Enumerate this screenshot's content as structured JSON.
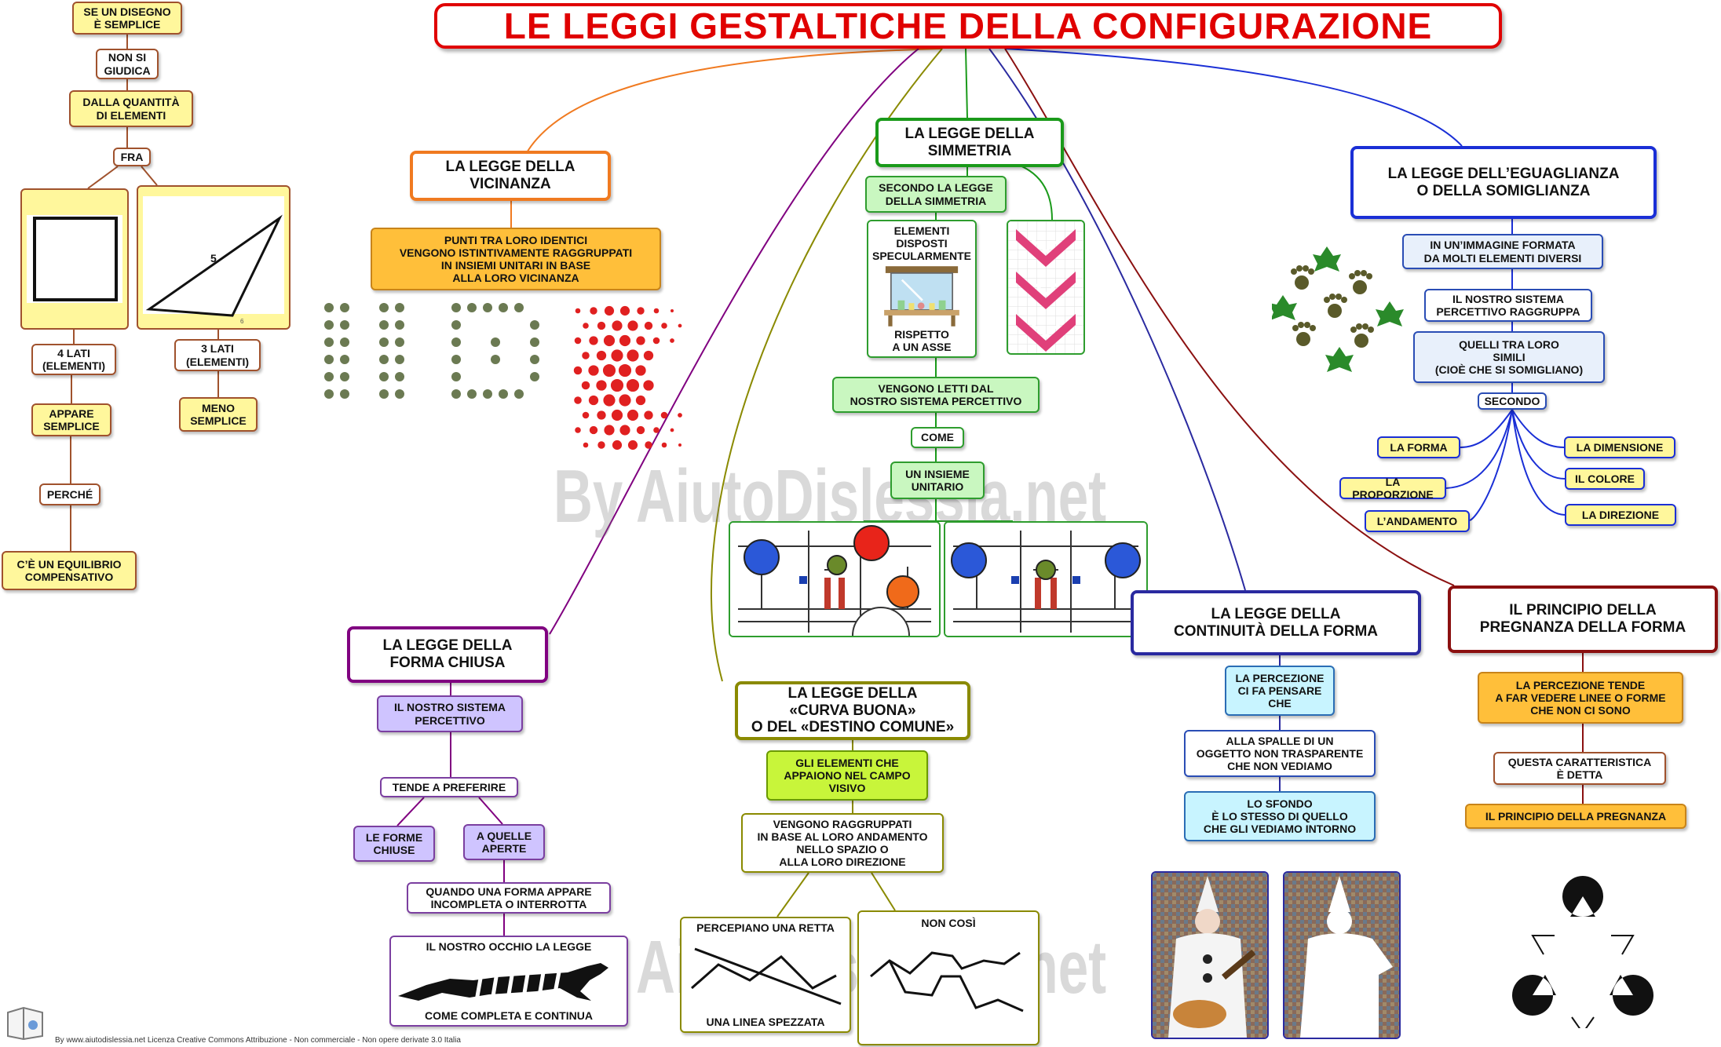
{
  "title": "LE LEGGI GESTALTICHE DELLA CONFIGURAZIONE",
  "watermark": "By AiutoDislessia.net",
  "footer": "By www.aiutodislessia.net Licenza Creative Commons Attribuzione - Non commerciale - Non opere derivate 3.0 Italia",
  "left": {
    "n1": "SE UN DISEGNO\nÈ SEMPLICE",
    "n2": "NON SI\nGIUDICA",
    "n3": "DALLA QUANTITÀ\nDI ELEMENTI",
    "n4": "FRA",
    "triangle_label": "5",
    "triangle_corner": "6",
    "n5": "4 LATI\n(ELEMENTI)",
    "n6": "3 LATI\n(ELEMENTI)",
    "n7": "APPARE\nSEMPLICE",
    "n8": "MENO\nSEMPLICE",
    "n9": "PERCHÉ",
    "n10": "C’È UN EQUILIBRIO\nCOMPENSATIVO"
  },
  "vicinanza": {
    "title": "LA LEGGE DELLA\nVICINANZA",
    "text": "PUNTI TRA LORO IDENTICI\nVENGONO ISTINTIVAMENTE RAGGRUPPATI\nIN INSIEMI UNITARI IN BASE\nALLA LORO VICINANZA"
  },
  "simmetria": {
    "title": "LA LEGGE DELLA\nSIMMETRIA",
    "n1": "SECONDO LA LEGGE\nDELLA SIMMETRIA",
    "n2a": "ELEMENTI DISPOSTI\nSPECULARMENTE",
    "n2b": "RISPETTO\nA UN ASSE",
    "n3": "VENGONO LETTI DAL\nNOSTRO SISTEMA PERCETTIVO",
    "n4": "COME",
    "n5": "UN INSIEME\nUNITARIO"
  },
  "eguaglianza": {
    "title": "LA LEGGE DELL’EGUAGLIANZA\nO DELLA SOMIGLIANZA",
    "n1": "IN UN’IMMAGINE FORMATA\nDA MOLTI ELEMENTI DIVERSI",
    "n2": "IL NOSTRO SISTEMA\nPERCETTIVO RAGGRUPPA",
    "n3": "QUELLI TRA LORO\nSIMILI\n(CIOÈ CHE SI SOMIGLIANO)",
    "n4": "SECONDO",
    "criteria": [
      "LA FORMA",
      "LA PROPORZIONE",
      "L’ANDAMENTO",
      "LA DIMENSIONE",
      "IL COLORE",
      "LA DIREZIONE"
    ]
  },
  "forma_chiusa": {
    "title": "LA LEGGE DELLA\nFORMA CHIUSA",
    "n1": "IL NOSTRO SISTEMA\nPERCETTIVO",
    "n2": "TENDE A PREFERIRE",
    "n3": "LE FORME\nCHIUSE",
    "n4": "A QUELLE\nAPERTE",
    "n5": "QUANDO UNA FORMA APPARE\nINCOMPLETA O INTERROTTA",
    "n6a": "IL NOSTRO OCCHIO LA LEGGE",
    "n6b": "COME COMPLETA E CONTINUA"
  },
  "curva_buona": {
    "title": "LA LEGGE DELLA\n«CURVA BUONA»\nO DEL «DESTINO COMUNE»",
    "n1": "GLI ELEMENTI CHE\nAPPAIONO NEL CAMPO\nVISIVO",
    "n2": "VENGONO RAGGRUPPATI\nIN BASE AL LORO ANDAMENTO\nNELLO SPAZIO O\nALLA LORO DIREZIONE",
    "n3a": "PERCEPIANO UNA RETTA",
    "n3b": "UNA LINEA SPEZZATA",
    "n4": "NON COSÌ"
  },
  "continuita": {
    "title": "LA LEGGE DELLA\nCONTINUITÀ DELLA FORMA",
    "n1": "LA PERCEZIONE\nCI FA PENSARE\nCHE",
    "n2": "ALLA SPALLE DI UN\nOGGETTO NON TRASPARENTE\nCHE NON VEDIAMO",
    "n3": "LO SFONDO\nÈ LO STESSO DI QUELLO\nCHE GLI VEDIAMO INTORNO"
  },
  "pregnanza": {
    "title": "IL PRINCIPIO DELLA\nPREGNANZA DELLA FORMA",
    "n1": "LA PERCEZIONE TENDE\nA FAR VEDERE LINEE O FORME\nCHE NON CI SONO",
    "n2": "QUESTA CARATTERISTICA\nÈ DETTA",
    "n3": "IL PRINCIPIO DELLA PREGNANZA"
  },
  "colors": {
    "title": "#e00000",
    "vicinanza": "#f07a20",
    "simmetria": "#1a9a1a",
    "eguaglianza": "#1a2fd6",
    "forma_chiusa": "#800080",
    "curva_buona": "#8a8a00",
    "continuita": "#2a2aa0",
    "pregnanza": "#8b1010"
  }
}
